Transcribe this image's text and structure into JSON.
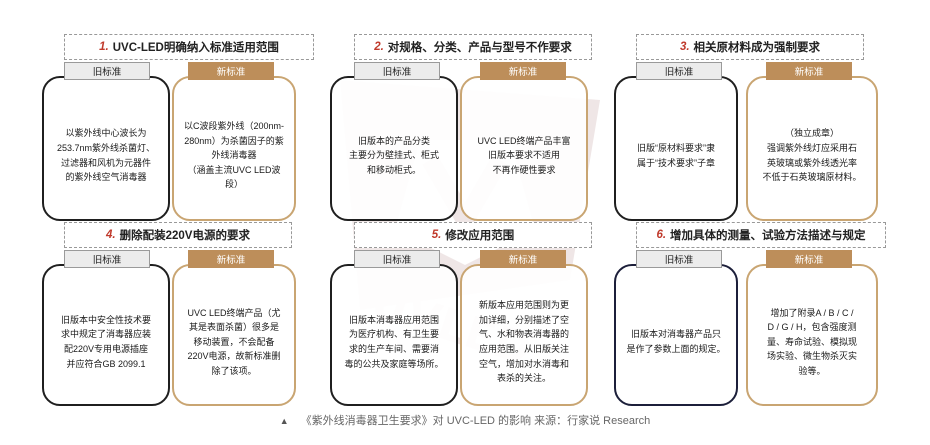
{
  "sections": [
    {
      "num": "1.",
      "title": "UVC-LED明确纳入标准适用范围",
      "old_tag": "旧标准",
      "new_tag": "新标准",
      "old_lines": [
        "以紫外线中心波长为",
        "253.7nm紫外线杀菌灯、",
        "过滤器和风机为元器件",
        "的紫外线空气消毒器"
      ],
      "new_lines": [
        "以C波段紫外线（200nm-",
        "280nm）为杀菌因子的紫",
        "外线消毒器",
        "（涵盖主流UVC LED波段）"
      ]
    },
    {
      "num": "2.",
      "title": "对规格、分类、产品与型号不作要求",
      "old_tag": "旧标准",
      "new_tag": "新标准",
      "old_lines": [
        "旧版本的产品分类",
        "主要分为壁挂式、柜式",
        "和移动柜式。"
      ],
      "new_lines": [
        "UVC LED终端产品丰富",
        "旧版本要求不适用",
        "不再作硬性要求"
      ]
    },
    {
      "num": "3.",
      "title": "相关原材料成为强制要求",
      "old_tag": "旧标准",
      "new_tag": "新标准",
      "old_lines": [
        "旧版“原材料要求”隶",
        "属于“技术要求”子章"
      ],
      "new_lines": [
        "（独立成章）",
        "强调紫外线灯应采用石",
        "英玻璃或紫外线透光率",
        "不低于石英玻璃原材料。"
      ]
    },
    {
      "num": "4.",
      "title": "删除配装220V电源的要求",
      "old_tag": "旧标准",
      "new_tag": "新标准",
      "old_lines": [
        "旧版本中安全性技术要",
        "求中规定了消毒器应装",
        "配220V专用电源插座",
        "并应符合GB 2099.1"
      ],
      "new_lines": [
        "UVC LED终端产品（尤",
        "其是表面杀菌）很多是",
        "移动装置，不会配备",
        "220V电源，故新标准删",
        "除了该项。"
      ]
    },
    {
      "num": "5.",
      "title": "修改应用范围",
      "old_tag": "旧标准",
      "new_tag": "新标准",
      "old_lines": [
        "旧版本消毒器应用范围",
        "为医疗机构、有卫生要",
        "求的生产车间、需要消",
        "毒的公共及家庭等场所。"
      ],
      "new_lines": [
        "新版本应用范围则为更",
        "加详细，分别描述了空",
        "气、水和物表消毒器的",
        "应用范围。从旧版关注",
        "空气，增加对水消毒和",
        "表杀的关注。"
      ]
    },
    {
      "num": "6.",
      "title": "增加具体的测量、试验方法描述与规定",
      "old_tag": "旧标准",
      "new_tag": "新标准",
      "old_lines": [
        "旧版本对消毒器产品只",
        "是作了参数上面的规定。"
      ],
      "new_lines": [
        "增加了附录A / B / C /",
        "D / G / H，包含强度测",
        "量、寿命试验、模拟现",
        "场实验、微生物杀灭实",
        "验等。"
      ]
    }
  ],
  "watermark": {
    "text": "UVLED",
    "color": "#d9b9b9"
  },
  "caption": {
    "icon": "triangle-icon",
    "text": "《紫外线消毒器卫生要求》对 UVC-LED 的影响   来源：行家说 Research"
  },
  "colors": {
    "number_red": "#c0392b",
    "new_tag_bg": "#bd8e5a",
    "new_border": "#c9a572",
    "old_border": "#1f1f1f",
    "old_tag_bg": "#ececec"
  }
}
